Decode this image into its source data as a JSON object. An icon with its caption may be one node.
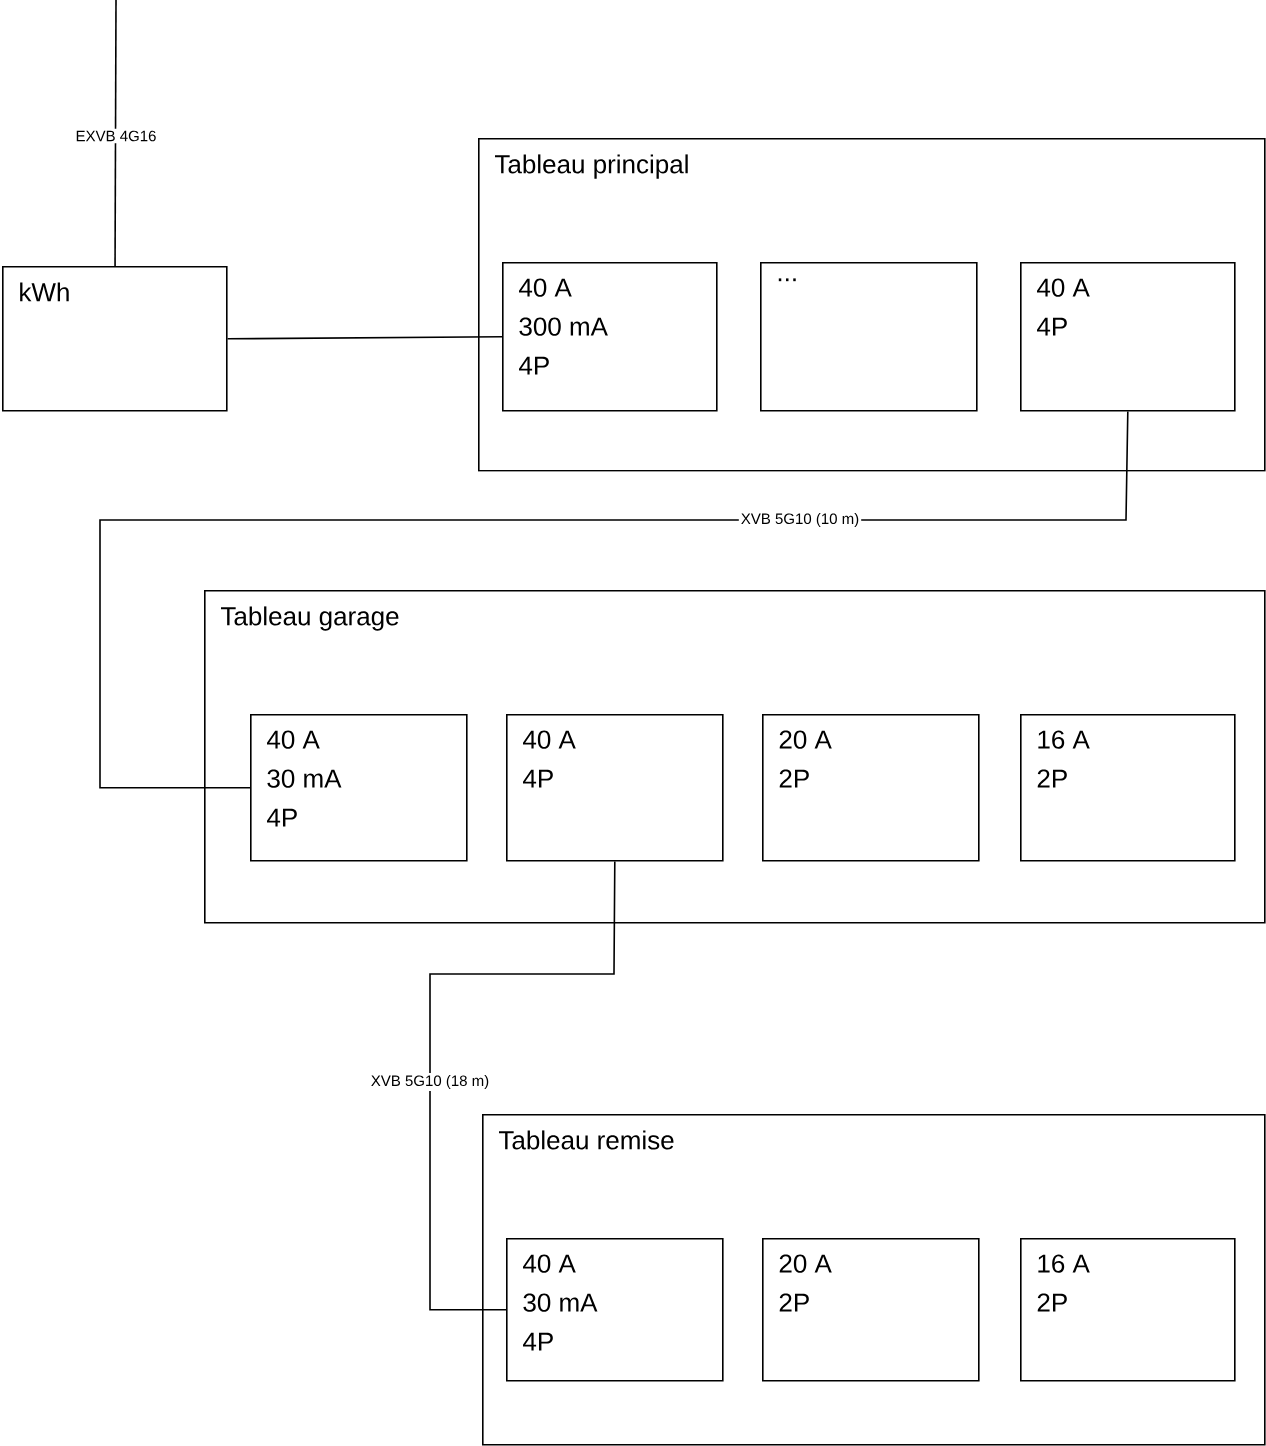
{
  "diagram": {
    "nodes": [
      {
        "text": [
          "kWh"
        ]
      },
      {
        "text": [
          "Tableau principal"
        ]
      },
      {
        "text": [
          "40 A",
          "300 mA",
          "4P"
        ],
        "in": 1
      },
      {
        "text": [
          "..."
        ],
        "in": 1
      },
      {
        "text": [
          "40 A",
          "4P"
        ],
        "in": 1
      },
      {
        "text": [
          "Tableau garage"
        ]
      },
      {
        "text": [
          "40 A",
          "30 mA",
          "4P"
        ],
        "in": 5
      },
      {
        "text": [
          "40 A",
          "4P"
        ],
        "in": 5
      },
      {
        "text": [
          "20 A",
          "2P"
        ],
        "in": 5
      },
      {
        "text": [
          "16 A",
          "2P"
        ],
        "in": 5
      },
      {
        "text": [
          "Tableau remise"
        ]
      },
      {
        "text": [
          "40 A",
          "30 mA",
          "4P"
        ],
        "in": 10
      },
      {
        "text": [
          "20 A",
          "2P"
        ],
        "in": 10
      },
      {
        "text": [
          "16 A",
          "2P"
        ],
        "in": 10
      }
    ],
    "edges": [
      {
        "from": null,
        "to": 0,
        "arrow": "none",
        "label": "EXVB 4G16"
      },
      {
        "from": 0,
        "to": 2,
        "arrow": "none"
      },
      {
        "from": 4,
        "to": 6,
        "arrow": "none",
        "label": "XVB 5G10 (10 m)"
      },
      {
        "from": 7,
        "to": 11,
        "arrow": "none",
        "label": "XVB 5G10 (18 m)"
      }
    ]
  }
}
